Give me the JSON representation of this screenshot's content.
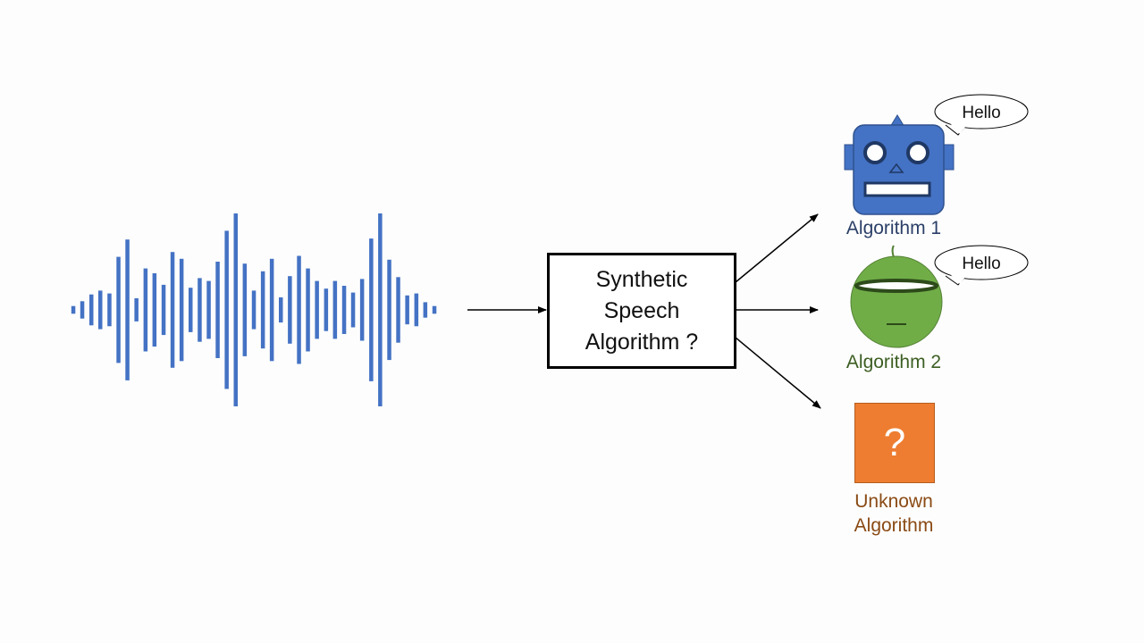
{
  "center_box": {
    "lines": [
      "Synthetic",
      "Speech",
      "Algorithm ?"
    ]
  },
  "outputs": [
    {
      "label": "Algorithm 1",
      "speech": "Hello",
      "color": "#4472c4"
    },
    {
      "label": "Algorithm 2",
      "speech": "Hello",
      "color": "#70ad47"
    },
    {
      "label_lines": [
        "Unknown",
        "Algorithm"
      ],
      "symbol": "?",
      "color": "#ed7d31"
    }
  ],
  "waveform": {
    "color": "#4472c4",
    "amplitudes": [
      0.04,
      0.09,
      0.16,
      0.2,
      0.17,
      0.55,
      0.73,
      0.12,
      0.43,
      0.38,
      0.26,
      0.6,
      0.53,
      0.23,
      0.33,
      0.3,
      0.5,
      0.82,
      1.0,
      0.48,
      0.2,
      0.4,
      0.53,
      0.13,
      0.35,
      0.56,
      0.43,
      0.3,
      0.22,
      0.3,
      0.25,
      0.18,
      0.32,
      0.74,
      1.0,
      0.52,
      0.34,
      0.15,
      0.17,
      0.08,
      0.04
    ]
  }
}
